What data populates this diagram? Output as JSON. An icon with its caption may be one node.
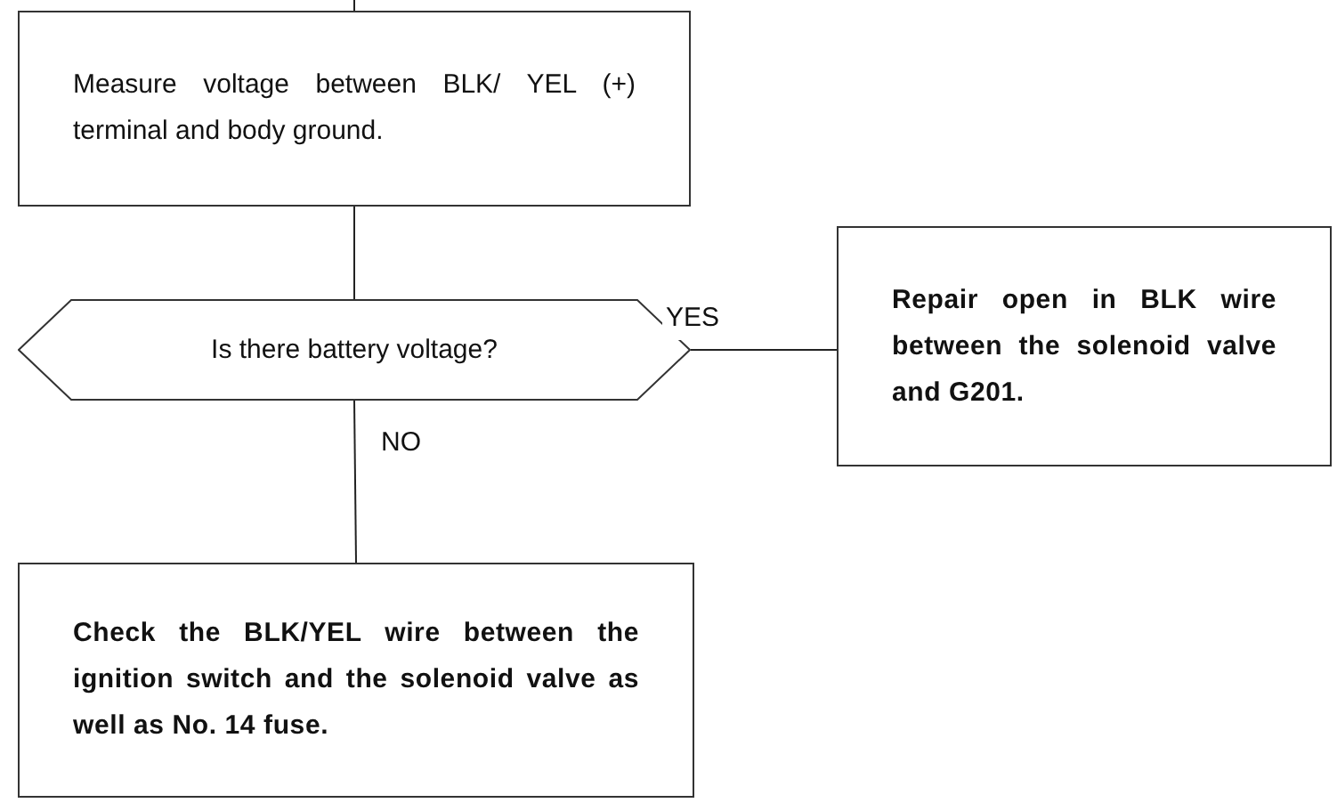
{
  "diagram": {
    "nodes": [
      {
        "text": [
          "Measure voltage between BLK/ YEL (+) terminal and body ground."
        ]
      },
      {
        "text": [
          "Is there battery voltage?"
        ]
      },
      {
        "text": [
          "Repair open in BLK wire between the solenoid valve and G201."
        ]
      },
      {
        "text": [
          "Check the BLK/YEL wire between the ignition switch and the solenoid valve as well as No. 14 fuse."
        ]
      }
    ],
    "edges": [
      {
        "from": null,
        "to": 0,
        "arrow": "none"
      },
      {
        "from": 0,
        "to": 1,
        "arrow": "none"
      },
      {
        "from": 1,
        "to": 2,
        "arrow": "none",
        "label": "YES"
      },
      {
        "from": 1,
        "to": 3,
        "arrow": "none",
        "label": "NO"
      }
    ]
  }
}
